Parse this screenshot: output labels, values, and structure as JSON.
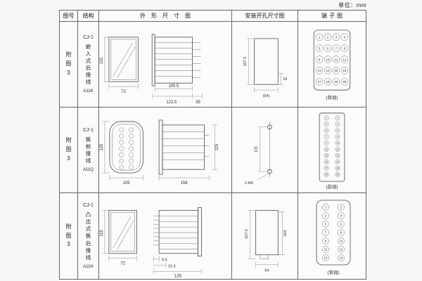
{
  "page": {
    "unit_label": "单位：mm"
  },
  "table": {
    "headers": [
      "图号",
      "结构",
      "外形尺寸图",
      "安装开孔尺寸图",
      "端子图"
    ],
    "rows": [
      {
        "fig_no": "附图3",
        "model": "CJ-1",
        "mounting": "嵌入式后接线",
        "code": "A11K",
        "outline": {
          "height": "115",
          "width": "72",
          "body_depth": "100.5",
          "total_depth": "122.5",
          "pin_depth": "35"
        },
        "install": {
          "height": "107.5",
          "notch": "16",
          "width": "(64)"
        },
        "terminal": {
          "view": "(背视)",
          "numbers": [
            1,
            2,
            3,
            4,
            5,
            6,
            7,
            8,
            9,
            10,
            11,
            12,
            13,
            14,
            15,
            16,
            17,
            18,
            19,
            20
          ]
        }
      },
      {
        "fig_no": "附图3",
        "model": "CJ-1",
        "mounting": "板前接线",
        "code": "A11Q",
        "outline": {
          "height": "125",
          "width": "105",
          "depth": "156",
          "side_height": "115"
        },
        "install": {
          "length": "131",
          "holes": "2-Φ6"
        },
        "terminal": {
          "view": "(前视)",
          "numbers": [
            1,
            2,
            3,
            4,
            5,
            6,
            7,
            8,
            9,
            10,
            11,
            12,
            13,
            14,
            15,
            16,
            17,
            18,
            19,
            20
          ]
        }
      },
      {
        "fig_no": "附图3",
        "model": "CJ-1",
        "mounting": "凸出式板后接线",
        "code": "A11H",
        "outline": {
          "height": "115",
          "width": "72",
          "pin_len": "9.5",
          "pin_zone": "31.5",
          "depth": "126"
        },
        "install": {
          "height": "107.5",
          "inner_height": "104",
          "width": "64"
        },
        "terminal": {
          "view": "(背视)",
          "numbers": [
            1,
            2,
            3,
            4,
            5,
            6,
            7,
            8,
            9,
            10,
            11,
            12,
            13,
            14
          ]
        }
      }
    ]
  }
}
